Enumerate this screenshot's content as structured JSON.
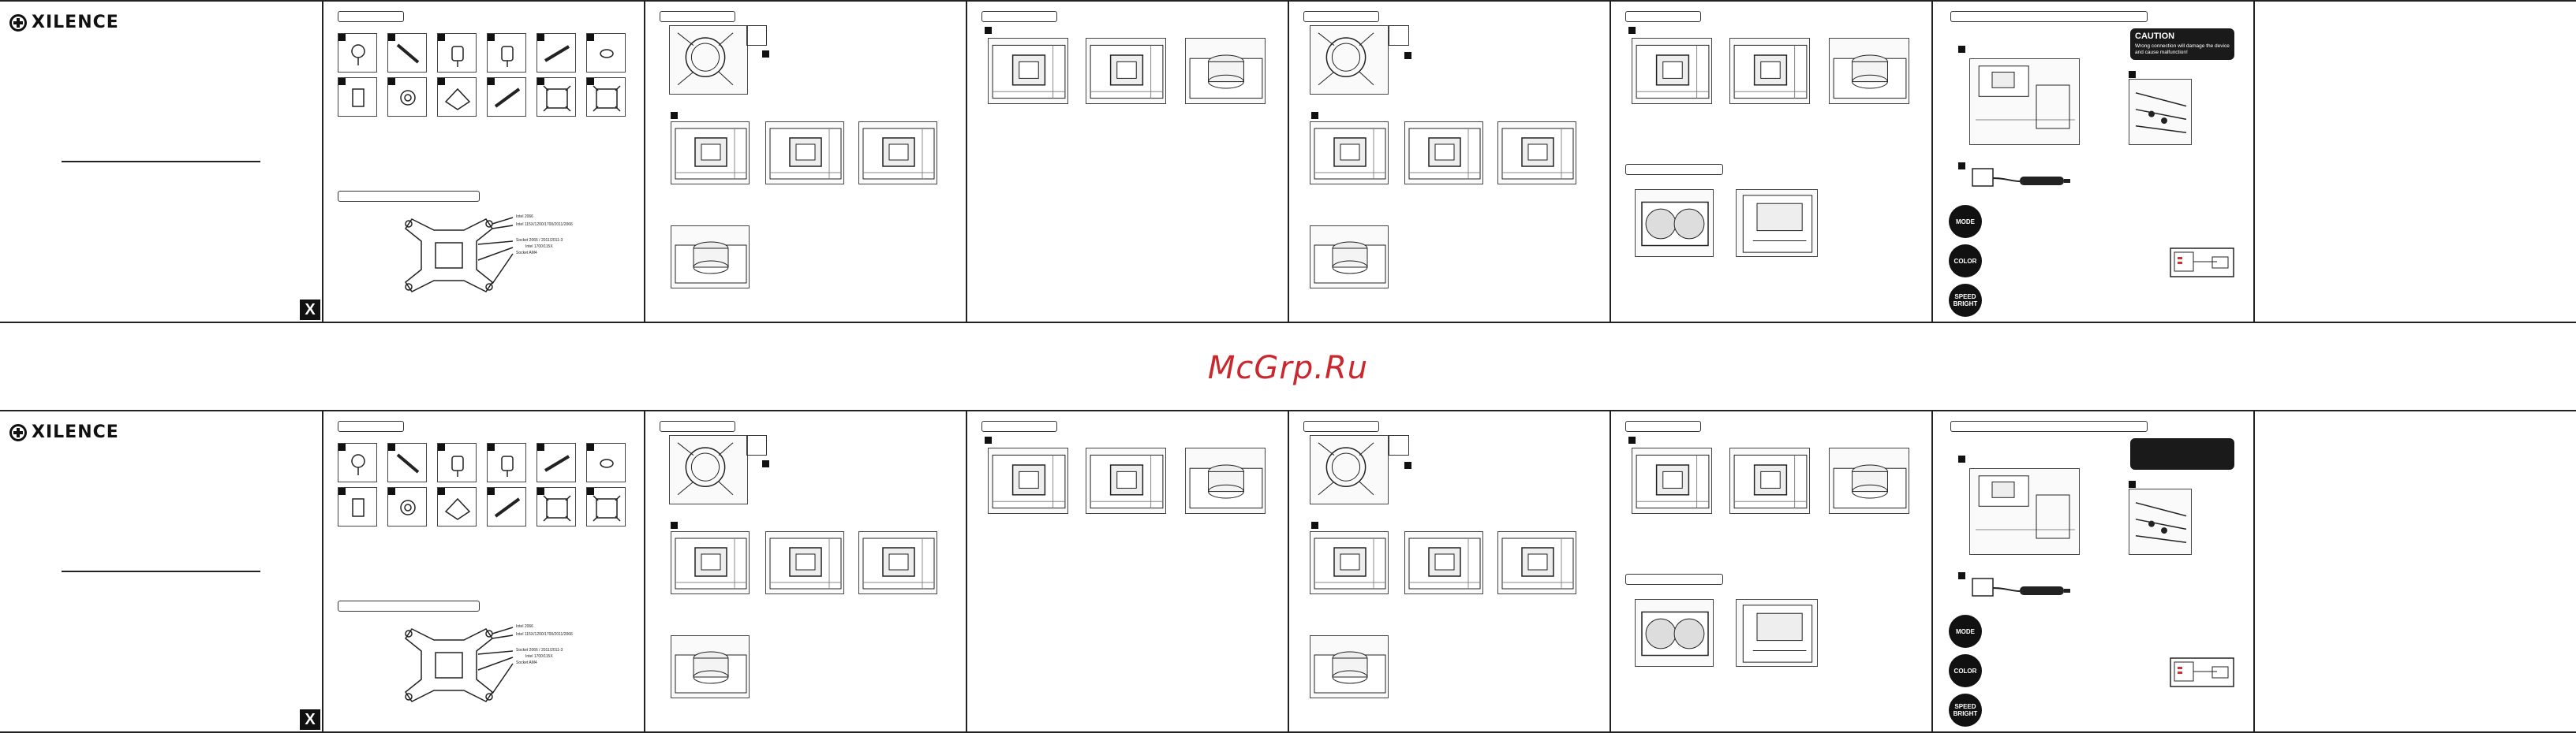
{
  "brand": {
    "name": "XILENCE"
  },
  "watermark": "McGrp.Ru",
  "close_mark": "X",
  "modes": [
    {
      "label": "MODE"
    },
    {
      "label": "COLOR"
    },
    {
      "label": "SPEED\nBRIGHT"
    }
  ],
  "caution": {
    "title": "CAUTION",
    "body": "Wrong connection will damage the device and cause malfunction!"
  },
  "bracket_labels": [
    "Intel 2066",
    "Intel 115X/1200/1700/2011/2066",
    "Socket 2066 / 2011/2011-3",
    "Intel 1700/115X",
    "Socket AM4"
  ],
  "icons": {
    "parts": [
      "screw-icon",
      "standoff-icon",
      "pin-icon",
      "pin-icon",
      "screw-long-icon",
      "washer-icon",
      "spacer-icon",
      "nut-icon",
      "clip-icon",
      "screw-thread-icon",
      "bracket-icon",
      "bracket-icon"
    ]
  }
}
